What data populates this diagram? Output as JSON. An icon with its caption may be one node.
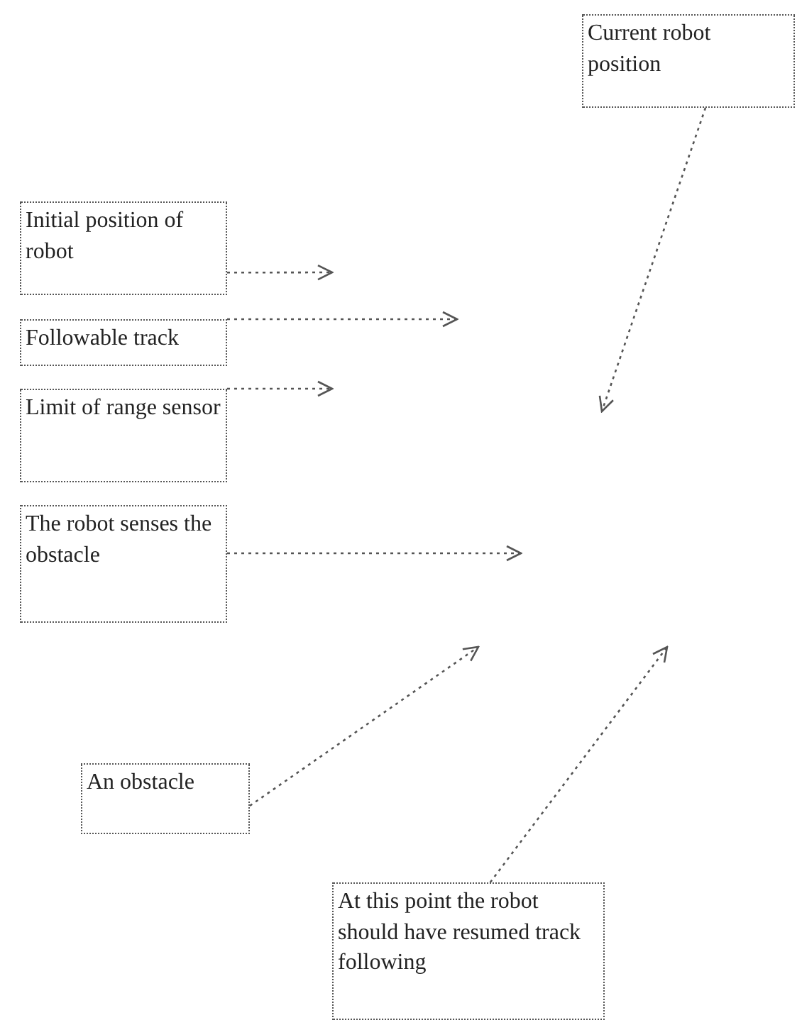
{
  "diagram": {
    "nodes": [
      {
        "text": [
          "Current robot position"
        ]
      },
      {
        "text": [
          "Initial position of robot"
        ]
      },
      {
        "text": [
          "Followable track"
        ]
      },
      {
        "text": [
          "Limit of range sensor"
        ]
      },
      {
        "text": [
          "The robot senses the obstacle"
        ]
      },
      {
        "text": [
          "An obstacle"
        ]
      },
      {
        "text": [
          "At this point the robot should have resumed track following"
        ]
      }
    ],
    "edges": [
      {
        "from": 0,
        "to": null,
        "arrow": "to"
      },
      {
        "from": 1,
        "to": null,
        "arrow": "to"
      },
      {
        "from": 2,
        "to": null,
        "arrow": "to"
      },
      {
        "from": 3,
        "to": null,
        "arrow": "to"
      },
      {
        "from": 4,
        "to": null,
        "arrow": "to"
      },
      {
        "from": 5,
        "to": null,
        "arrow": "to"
      },
      {
        "from": 6,
        "to": null,
        "arrow": "to"
      }
    ]
  }
}
